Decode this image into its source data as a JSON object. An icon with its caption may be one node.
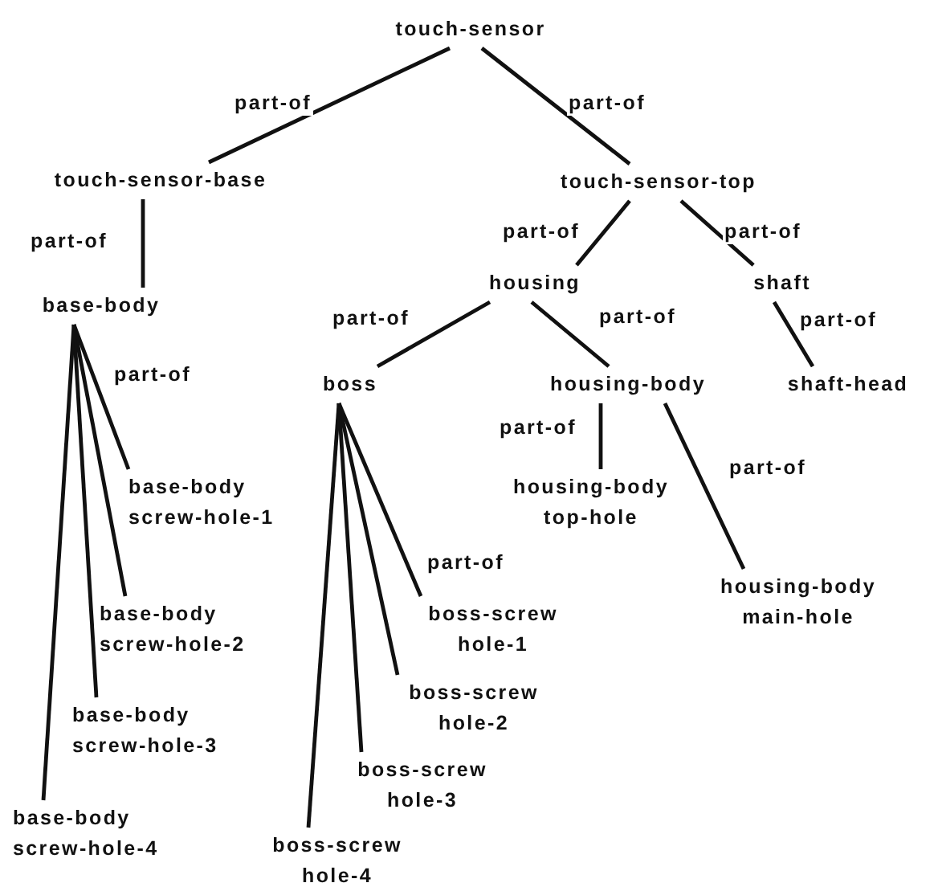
{
  "diagram": {
    "nodes": [
      {
        "text": [
          "touch-sensor"
        ]
      },
      {
        "text": [
          "touch-sensor-base"
        ]
      },
      {
        "text": [
          "touch-sensor-top"
        ]
      },
      {
        "text": [
          "base-body"
        ]
      },
      {
        "text": [
          "housing"
        ]
      },
      {
        "text": [
          "shaft"
        ]
      },
      {
        "text": [
          "boss"
        ]
      },
      {
        "text": [
          "housing-body"
        ]
      },
      {
        "text": [
          "shaft-head"
        ]
      },
      {
        "text": [
          "base-body screw-hole-1"
        ]
      },
      {
        "text": [
          "base-body screw-hole-2"
        ]
      },
      {
        "text": [
          "base-body screw-hole-3"
        ]
      },
      {
        "text": [
          "base-body screw-hole-4"
        ]
      },
      {
        "text": [
          "housing-body top-hole"
        ]
      },
      {
        "text": [
          "housing-body main-hole"
        ]
      },
      {
        "text": [
          "boss-screw hole-1"
        ]
      },
      {
        "text": [
          "boss-screw hole-2"
        ]
      },
      {
        "text": [
          "boss-screw hole-3"
        ]
      },
      {
        "text": [
          "boss-screw hole-4"
        ]
      }
    ],
    "edges": [
      {
        "from": 0,
        "to": 1,
        "arrow": "none",
        "label": "part-of"
      },
      {
        "from": 0,
        "to": 2,
        "arrow": "none",
        "label": "part-of"
      },
      {
        "from": 1,
        "to": 3,
        "arrow": "none",
        "label": "part-of"
      },
      {
        "from": 2,
        "to": 4,
        "arrow": "none",
        "label": "part-of"
      },
      {
        "from": 2,
        "to": 5,
        "arrow": "none",
        "label": "part-of"
      },
      {
        "from": 4,
        "to": 6,
        "arrow": "none",
        "label": "part-of"
      },
      {
        "from": 4,
        "to": 7,
        "arrow": "none",
        "label": "part-of"
      },
      {
        "from": 5,
        "to": 8,
        "arrow": "none",
        "label": "part-of"
      },
      {
        "from": 3,
        "to": 9,
        "arrow": "none",
        "label": "part-of"
      },
      {
        "from": 3,
        "to": 10,
        "arrow": "none"
      },
      {
        "from": 3,
        "to": 11,
        "arrow": "none"
      },
      {
        "from": 3,
        "to": 12,
        "arrow": "none"
      },
      {
        "from": 7,
        "to": 13,
        "arrow": "none",
        "label": "part-of"
      },
      {
        "from": 7,
        "to": 14,
        "arrow": "none",
        "label": "part-of"
      },
      {
        "from": 6,
        "to": 15,
        "arrow": "none",
        "label": "part-of"
      },
      {
        "from": 6,
        "to": 16,
        "arrow": "none"
      },
      {
        "from": 6,
        "to": 17,
        "arrow": "none"
      },
      {
        "from": 6,
        "to": 18,
        "arrow": "none"
      }
    ]
  }
}
